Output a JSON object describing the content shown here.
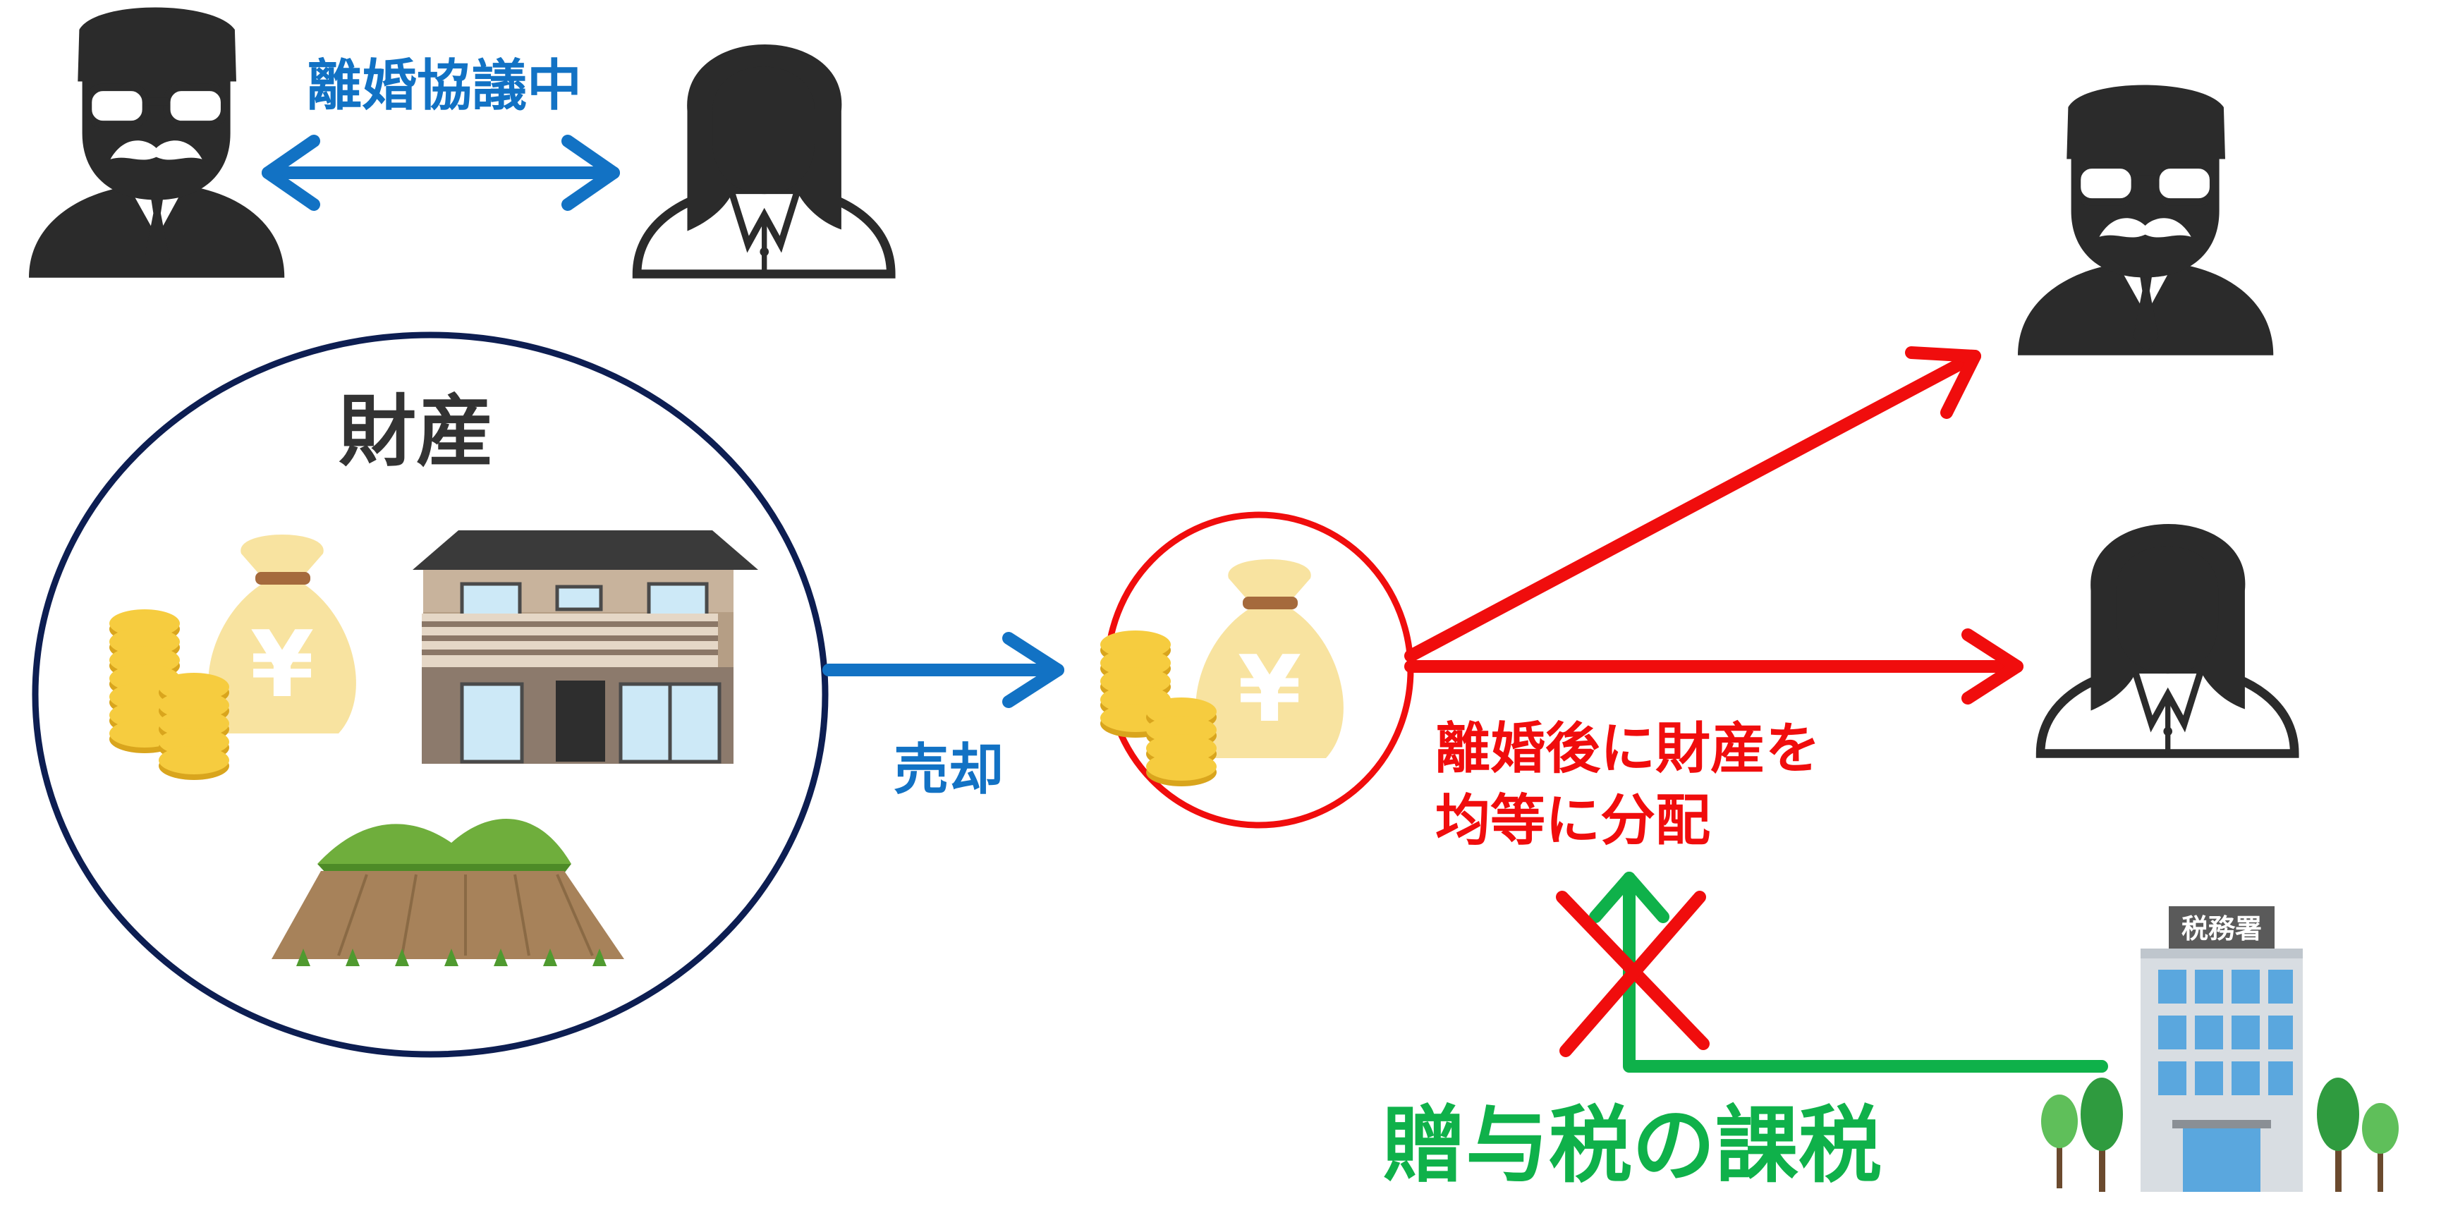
{
  "top": {
    "label": "離婚協議中"
  },
  "assets": {
    "title": "財産"
  },
  "sale": {
    "label": "売却"
  },
  "division": {
    "line1": "離婚後に財産を",
    "line2": "均等に分配"
  },
  "tax_office": {
    "sign": "税務署"
  },
  "gift_tax": {
    "label": "贈与税の課税"
  },
  "yen_symbol": "¥",
  "colors": {
    "blue": "#1272c4",
    "red": "#f00d0d",
    "green": "#0fb14a",
    "navy": "#0d1e52",
    "person": "#2b2b2b",
    "money_bag": "#f8e3a0",
    "coin": "#f1c232"
  },
  "icons": [
    "man-icon",
    "woman-icon",
    "money-bag-icon",
    "coins-icon",
    "house-icon",
    "field-icon",
    "tax-office-building-icon",
    "tree-icon"
  ]
}
